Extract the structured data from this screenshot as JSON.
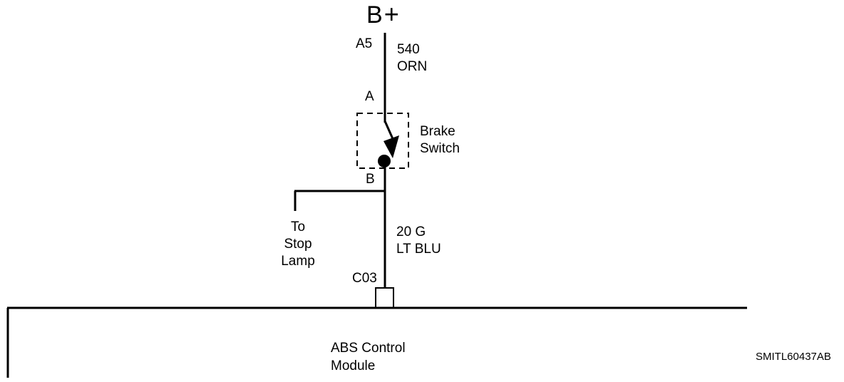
{
  "supply": {
    "name": "B",
    "sign": "+"
  },
  "switch_circuit": {
    "pin": "A5",
    "circuit_number": "540",
    "wire_color": "ORN"
  },
  "brake_switch": {
    "terminal_a": "A",
    "terminal_b": "B",
    "label_line1": "Brake",
    "label_line2": "Switch"
  },
  "stop_lamp": {
    "line1": "To",
    "line2": "Stop",
    "line3": "Lamp"
  },
  "module_circuit": {
    "gauge": "20 G",
    "wire_color": "LT BLU",
    "connector": "C03"
  },
  "module": {
    "line1": "ABS Control",
    "line2": "Module"
  },
  "figure_id": "SMITL60437AB",
  "colors": {
    "line": "#000000",
    "background": "#ffffff"
  }
}
